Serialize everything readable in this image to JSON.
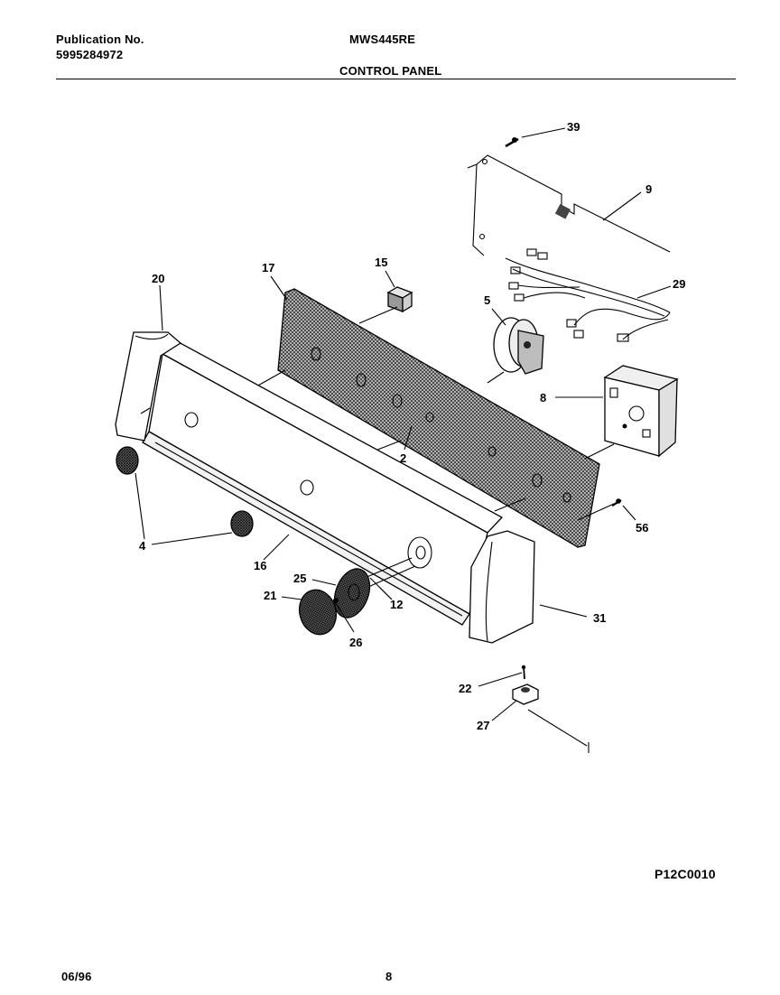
{
  "header": {
    "publication_label": "Publication No.",
    "publication_number": "5995284972",
    "model": "MWS445RE",
    "section_title": "CONTROL PANEL"
  },
  "callouts": [
    "39",
    "9",
    "29",
    "20",
    "17",
    "15",
    "5",
    "8",
    "2",
    "56",
    "4",
    "16",
    "25",
    "21",
    "12",
    "26",
    "31",
    "22",
    "27"
  ],
  "figure_code": "P12C0010",
  "footer": {
    "date": "06/96",
    "page": "8"
  }
}
